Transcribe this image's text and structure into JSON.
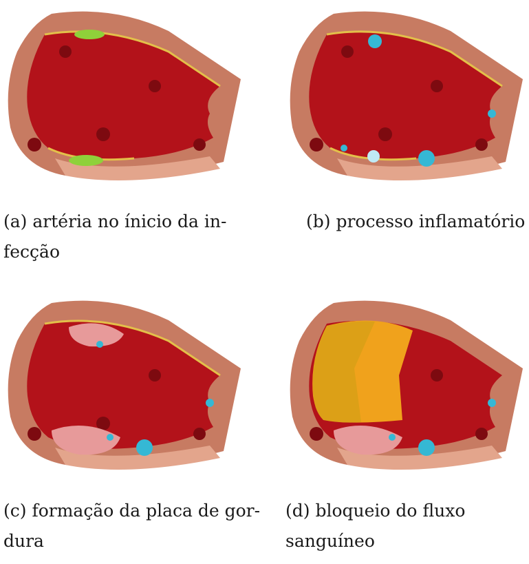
{
  "figure": {
    "panels": [
      {
        "id": "a",
        "label": "(a)",
        "caption_lines": [
          "artéria no ínicio da in-",
          "fecção"
        ],
        "stage": "infeccao"
      },
      {
        "id": "b",
        "label": "(b)",
        "caption_lines": [
          "processo inflamatório"
        ],
        "stage": "inflamacao"
      },
      {
        "id": "c",
        "label": "(c)",
        "caption_lines": [
          "formação da placa de gor-",
          "dura"
        ],
        "stage": "placa"
      },
      {
        "id": "d",
        "label": "(d)",
        "caption_lines": [
          "bloqueio do fluxo",
          "sanguíneo"
        ],
        "stage": "bloqueio"
      }
    ],
    "colors": {
      "vessel_wall": "#c77b62",
      "vessel_wall_light": "#e3a58c",
      "blood": "#b3121a",
      "blood_dark": "#7d0a10",
      "intima_line": "#e3c04a",
      "infection": "#8fd13a",
      "immune_cell": "#35b8d4",
      "plaque": "#e79a9a",
      "blockage": "#f0a21c"
    }
  }
}
